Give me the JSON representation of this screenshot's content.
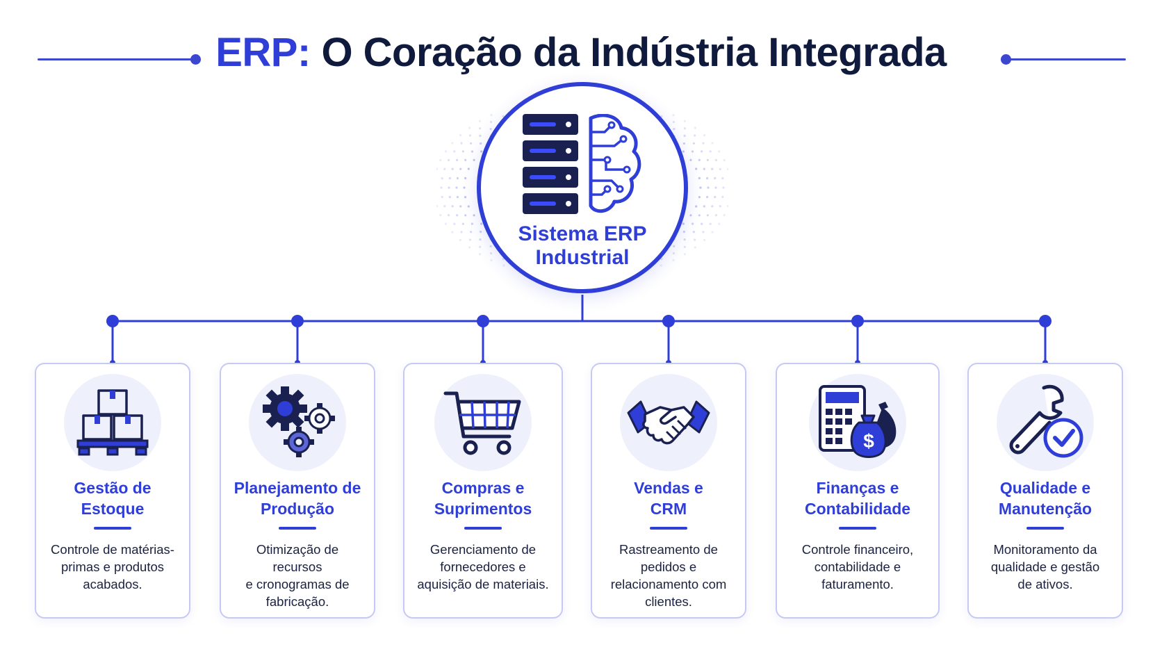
{
  "header": {
    "title_accent": "ERP:",
    "title_main": "O Coração da Indústria Integrada"
  },
  "hub": {
    "label_line1": "Sistema ERP",
    "label_line2": "Industrial",
    "icon": "server-brain-icon"
  },
  "colors": {
    "accent": "#2f3ed6",
    "navy": "#0f1a3c",
    "icon_bg": "#eef0fb",
    "card_border": "#c5caf2"
  },
  "modules": [
    {
      "title_line1": "Gestão de",
      "title_line2": "Estoque",
      "desc_lines": [
        "Controle de matérias-",
        "primas e produtos",
        "acabados."
      ],
      "icon": "boxes-pallet-icon"
    },
    {
      "title_line1": "Planejamento de",
      "title_line2": "Produção",
      "desc_lines": [
        "Otimização de recursos",
        "e cronogramas de",
        "fabricação."
      ],
      "icon": "gears-icon"
    },
    {
      "title_line1": "Compras e",
      "title_line2": "Suprimentos",
      "desc_lines": [
        "Gerenciamento de",
        "fornecedores e",
        "aquisição de materiais."
      ],
      "icon": "shopping-cart-icon"
    },
    {
      "title_line1": "Vendas e",
      "title_line2": "CRM",
      "desc_lines": [
        "Rastreamento de",
        "pedidos e",
        "relacionamento com",
        "clientes."
      ],
      "icon": "handshake-icon"
    },
    {
      "title_line1": "Finanças e",
      "title_line2": "Contabilidade",
      "desc_lines": [
        "Controle financeiro,",
        "contabilidade e",
        "faturamento."
      ],
      "icon": "calculator-money-icon"
    },
    {
      "title_line1": "Qualidade e",
      "title_line2": "Manutenção",
      "desc_lines": [
        "Monitoramento da",
        "qualidade e gestão",
        "de ativos."
      ],
      "icon": "wrench-check-icon"
    }
  ]
}
